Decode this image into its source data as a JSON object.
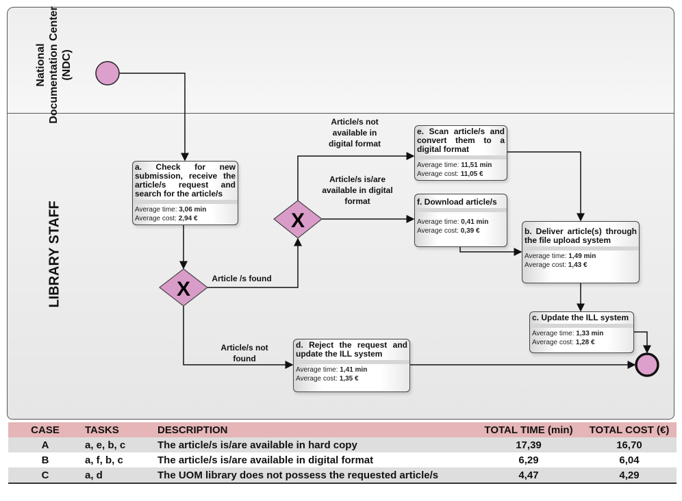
{
  "lanes": [
    {
      "label": "National Documentation Center (NDC)"
    },
    {
      "label": "LIBRARY STAFF"
    }
  ],
  "tasks": {
    "a": {
      "title": "a. Check for new submission, receive the article/s request and search for the article/s",
      "time_label": "Average time:",
      "time": "3,06 min",
      "cost_label": "Average cost:",
      "cost": "2,94 €"
    },
    "e": {
      "title": "e. Scan article/s and convert them to a digital format",
      "time_label": "Average time:",
      "time": "11,51 min",
      "cost_label": "Average cost:",
      "cost": "11,05 €"
    },
    "f": {
      "title": "f. Download article/s",
      "time_label": "Average time:",
      "time": "0,41 min",
      "cost_label": "Average cost:",
      "cost": "0,39 €"
    },
    "b": {
      "title": "b. Deliver article(s) through the file upload system",
      "time_label": "Average time:",
      "time": "1,49 min",
      "cost_label": "Average cost:",
      "cost": "1,43 €"
    },
    "c": {
      "title": "c. Update the ILL system",
      "time_label": "Average time:",
      "time": "1,33 min",
      "cost_label": "Average cost:",
      "cost": "1,28 €"
    },
    "d": {
      "title": "d. Reject the request and update the ILL system",
      "time_label": "Average time:",
      "time": "1,41 min",
      "cost_label": "Average cost:",
      "cost": "1,35 €"
    }
  },
  "gateways": {
    "symbol": "X"
  },
  "flow_labels": {
    "not_digital": "Article/s not available in digital format",
    "digital": "Article/s is/are available in digital format",
    "found": "Article /s found",
    "not_found": "Article/s not found"
  },
  "colors": {
    "event_fill": "#dda0cc",
    "gateway_fill": "#d99cc8",
    "table_header": "#e6b5b7"
  },
  "table": {
    "headers": [
      "CASE",
      "TASKS",
      "DESCRIPTION",
      "TOTAL TIME (min)",
      "TOTAL COST (€)"
    ],
    "rows": [
      [
        "A",
        "a, e, b, c",
        "The article/s is/are available in hard copy",
        "17,39",
        "16,70"
      ],
      [
        "B",
        "a, f, b, c",
        "The article/s is/are available in digital format",
        "6,29",
        "6,04"
      ],
      [
        "C",
        "a, d",
        "The UOM library does not possess the requested article/s",
        "4,47",
        "4,29"
      ]
    ]
  }
}
